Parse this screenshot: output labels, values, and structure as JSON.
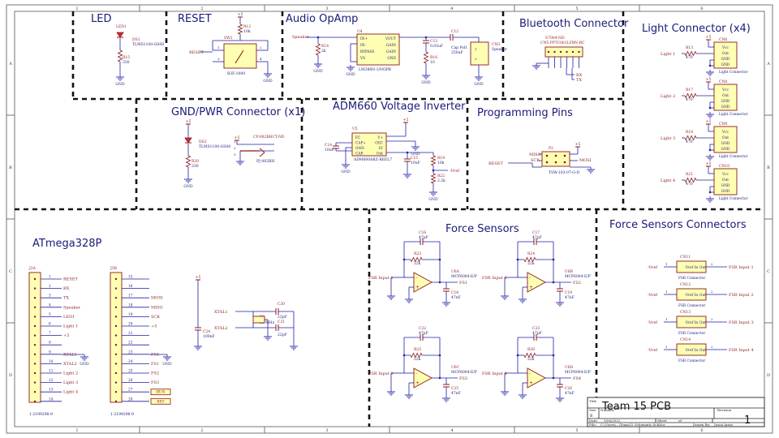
{
  "colors": {
    "wire": "#1f1fa8",
    "component": "#8b1a1a",
    "body_fill": "#ffffb4",
    "text": "#1a1a7a",
    "frame": "#555555",
    "dash": "#111111",
    "led": "#d22d2d"
  },
  "border": {
    "columns": [
      "1",
      "2",
      "3",
      "4",
      "5",
      "6"
    ],
    "rows": [
      "A",
      "B",
      "C",
      "D"
    ]
  },
  "sections": {
    "led": "LED",
    "reset": "RESET",
    "audio": "Audio OpAmp",
    "bluetooth": "Bluetooth Connector",
    "light": "Light Connector (x4)",
    "gnd_pwr": "GND/PWR Connector (x1)",
    "inverter": "ADM660 Voltage Inverter",
    "programming": "Programming Pins",
    "atmega": "ATmega328P",
    "force": "Force Sensors",
    "force_conn": "Force Sensors Connectors"
  },
  "led_block": {
    "ref": "LED1",
    "ds": "DS1",
    "part": "TLMS1100-GS08",
    "res_ref": "R15",
    "res_val": "330",
    "gnd": "GND"
  },
  "reset_block": {
    "vcc": "+5",
    "r_ref": "R12",
    "r_val": "10k",
    "sw_ref": "SW2",
    "sw_part": "B3F-1000",
    "net": "RESET",
    "gnd": "GND",
    "pins": [
      "1",
      "2",
      "3",
      "4"
    ]
  },
  "audio_block": {
    "speaker": "Speaker",
    "r14": "R14",
    "r14_val": "2k",
    "u": "U4",
    "pins_left": [
      "IN+",
      "IN-",
      "BYPASS",
      "VS"
    ],
    "pins_right": [
      "VOUT",
      "GAIN",
      "GAIN",
      "GND"
    ],
    "part": "LM386N-1/NOPB",
    "c13": "C13",
    "c13_val": "0.05uF",
    "c12": "C12",
    "c12_val": "250uF",
    "cap": "Cap Pol1",
    "r16": "R16",
    "r16_val": "10",
    "cn": "CN3",
    "cn_label": "Speaker",
    "gnd": "GND"
  },
  "bt_block": {
    "ref": "S7004-ND",
    "cn": "CN5 PPTC061LFBN-RC",
    "rx": "RX",
    "tx": "TX"
  },
  "light_block": {
    "items": [
      {
        "net": "Light 1",
        "r": "R13",
        "cn": "CN6"
      },
      {
        "net": "Light 2",
        "r": "R17",
        "cn": "CN8"
      },
      {
        "net": "Light 3",
        "r": "R18",
        "cn": "CN9"
      },
      {
        "net": "Light 4",
        "r": "R21",
        "cn": "CN10"
      }
    ],
    "r_val": "470",
    "vcc": "+5",
    "pins": [
      "Vcc",
      "Out",
      "GND",
      "GND"
    ],
    "label": "Light Connector"
  },
  "gnd_pwr_block": {
    "vcc": "+5",
    "ds": "DS2",
    "part": "TLMS1100-GS08",
    "r": "R20",
    "r_val": "330",
    "cp": "CP-082BHCT-ND",
    "pj": "PJ-082BH",
    "gnd": "GND",
    "pins": [
      "1",
      "2",
      "3"
    ]
  },
  "inverter_block": {
    "u": "U5",
    "pins_left": [
      "FC",
      "CAP+",
      "GND",
      "CAP-"
    ],
    "pins_right": [
      "V+",
      "OSC",
      "LV",
      "Out"
    ],
    "part": "ADM660ARZ-REEL7",
    "c14": "C14",
    "c14_val": "10uF",
    "c15": "C15",
    "c15_val": "10uF",
    "r19": "R19",
    "r19_val": "10k",
    "r22": "R22",
    "r22_val": "2.2k",
    "vref": "-Vref",
    "vcc": "+5",
    "gnd": "GND"
  },
  "prog_block": {
    "p2": "P2",
    "part": "TSW-103-07-G-D",
    "miso": "MISO",
    "sck": "SCK",
    "mosi": "MOSI",
    "reset": "RESET",
    "vcc": "+5",
    "gnd": "GND"
  },
  "atmega_block": {
    "j3a": "J3A",
    "j3b": "J3B",
    "j3a_part": "1-2199298-9",
    "j3b_part": "1-2199298-9",
    "left_pins": [
      {
        "n": "1",
        "net": "RESET"
      },
      {
        "n": "2",
        "net": "RX"
      },
      {
        "n": "3",
        "net": "TX"
      },
      {
        "n": "4",
        "net": "Speaker"
      },
      {
        "n": "5",
        "net": "LED1"
      },
      {
        "n": "6",
        "net": "Light 1"
      },
      {
        "n": "7",
        "net": "+5"
      },
      {
        "n": "8",
        "net": ""
      },
      {
        "n": "9",
        "net": "XTAL1"
      },
      {
        "n": "10",
        "net": "XTAL2"
      },
      {
        "n": "11",
        "net": "Light 2"
      },
      {
        "n": "12",
        "net": "Light 3"
      },
      {
        "n": "13",
        "net": "Light 4"
      },
      {
        "n": "14",
        "net": ""
      }
    ],
    "right_pins": [
      {
        "n": "15",
        "net": ""
      },
      {
        "n": "16",
        "net": ""
      },
      {
        "n": "17",
        "net": "MOSI"
      },
      {
        "n": "18",
        "net": "MISO"
      },
      {
        "n": "19",
        "net": "SCK"
      },
      {
        "n": "20",
        "net": "+5"
      },
      {
        "n": "21",
        "net": ""
      },
      {
        "n": "22",
        "net": ""
      },
      {
        "n": "23",
        "net": "FS4"
      },
      {
        "n": "24",
        "net": "FS1"
      },
      {
        "n": "25",
        "net": "FS2"
      },
      {
        "n": "26",
        "net": "FS3"
      },
      {
        "n": "27",
        "net": "RUN"
      },
      {
        "n": "28",
        "net": "BST"
      }
    ],
    "gnd": "GND",
    "xtal": {
      "xtal1": "XTAL1",
      "xtal2": "XTAL2",
      "y": "Y2",
      "freq": "16 MHz",
      "c20": "C20",
      "c21": "C21",
      "cval": "22pF"
    },
    "c24": "C24",
    "c24_val": "100nF",
    "vcc": "+5"
  },
  "force_block": {
    "amps": [
      {
        "u": "U6A",
        "cfb": "C16",
        "r": "R23",
        "cout": "C18",
        "fsr": "FSR Input 1",
        "fs": "FS1"
      },
      {
        "u": "U6B",
        "cfb": "C17",
        "r": "R24",
        "cout": "C19",
        "fsr": "FSR Input 2",
        "fs": "FS2"
      },
      {
        "u": "U6C",
        "cfb": "C22",
        "r": "R25",
        "cout": "C25",
        "fsr": "FSR Input 3",
        "fs": "FS3"
      },
      {
        "u": "U6D",
        "cfb": "C23",
        "r": "R26",
        "cout": "C26",
        "fsr": "FSR Input 4",
        "fs": "FS4"
      }
    ],
    "part": "MCP6004-E/P",
    "cfb_val": "47pF",
    "r_val": "22k",
    "cout_val": "47nF"
  },
  "force_conn_block": {
    "items": [
      {
        "cn": "CN11",
        "input": "FSR Input 1"
      },
      {
        "cn": "CN12",
        "input": "FSR Input 2"
      },
      {
        "cn": "CN13",
        "input": "FSR Input 3"
      },
      {
        "cn": "CN14",
        "input": "FSR Input 4"
      }
    ],
    "vref": "-Vref",
    "label": "FSR Connector",
    "pin_in": "-Vref In",
    "pin_out": "Out"
  },
  "title_block": {
    "title_label": "Title",
    "title": "Team 15 PCB",
    "size_label": "Size",
    "size": "B",
    "number_label": "Number",
    "revision_label": "Revision",
    "revision": "1",
    "date_label": "Date:",
    "date": "1/06/2022",
    "sheet_label": "Sheet",
    "sheet_of": "of",
    "file_label": "File:",
    "file": "C:\\Users\\...\\Team15_Schematic.SchDoc",
    "drawn_label": "Drawn By:",
    "drawn": "Jason Armo"
  }
}
